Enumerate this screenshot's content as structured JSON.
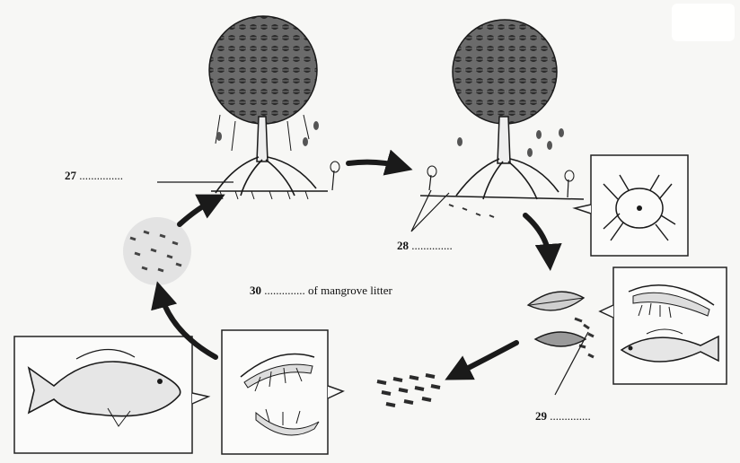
{
  "labels": {
    "q27": {
      "number": "27",
      "blank": "..............."
    },
    "q28": {
      "number": "28",
      "blank": ".............."
    },
    "q29": {
      "number": "29",
      "blank": ".............."
    },
    "q30": {
      "number": "30",
      "blank": "..............",
      "text": "of mangrove litter"
    }
  },
  "icons": {
    "tree": "mangrove-tree-icon",
    "crab": "crab-icon",
    "shrimp": "shrimp-icon",
    "fish": "fish-icon",
    "leaf": "leaf-icon",
    "arrow": "cycle-arrow-icon"
  },
  "colors": {
    "ink": "#1a1a1a",
    "foliage": "#4a4a4a",
    "paper": "#f7f7f5"
  }
}
